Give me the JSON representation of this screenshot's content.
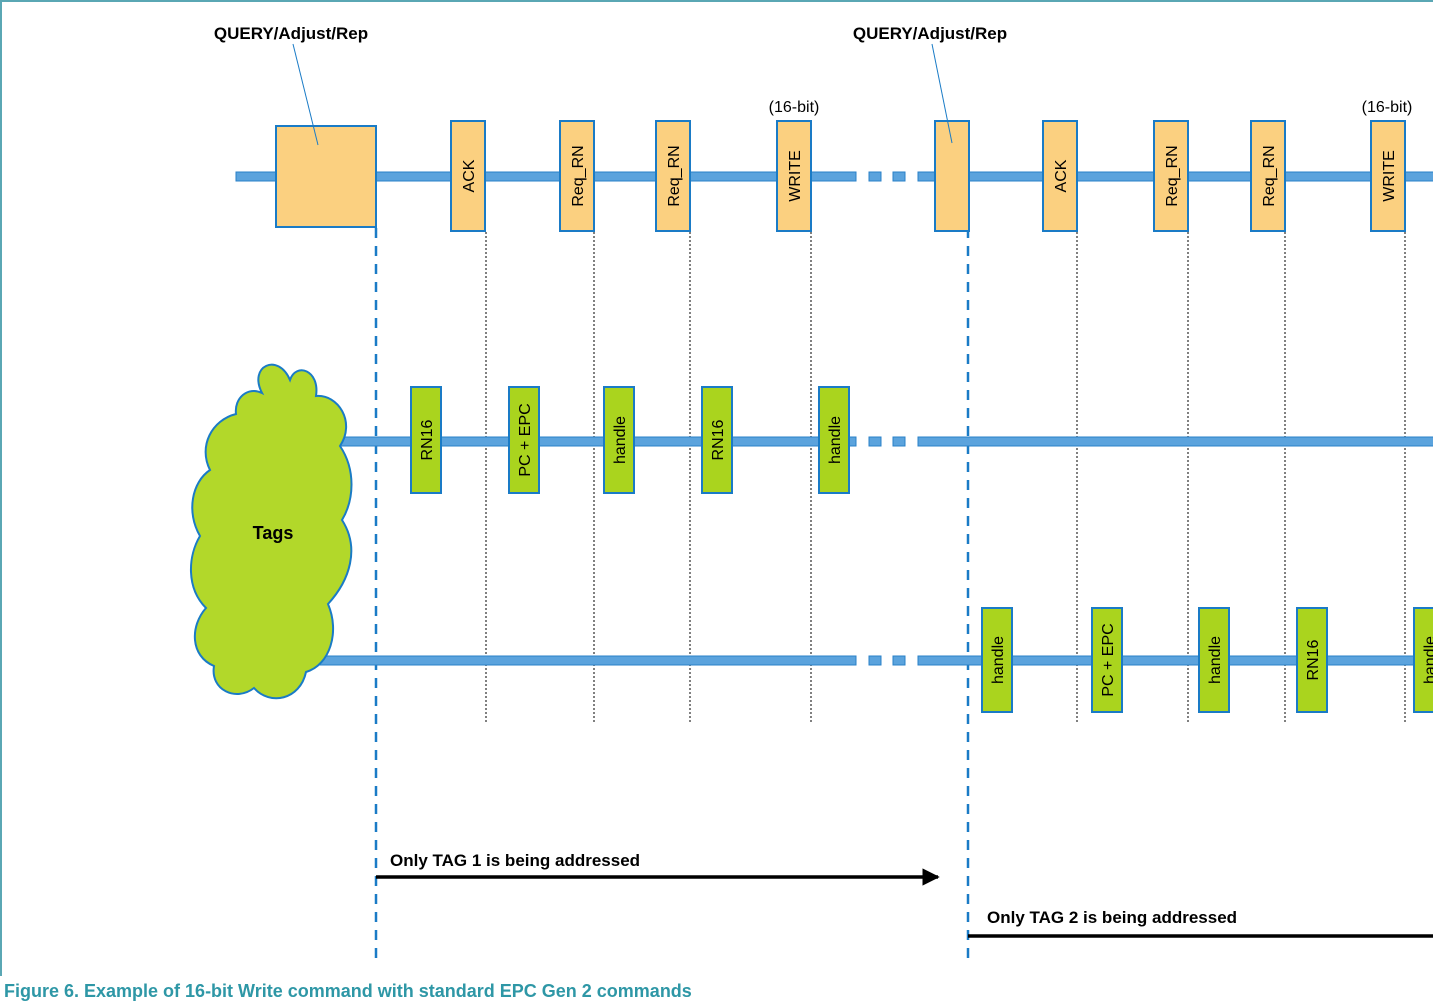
{
  "caption": "Figure 6.  Example of 16-bit Write command with standard EPC Gen 2 commands",
  "colors": {
    "reader_box": "#fbd080",
    "tag_box": "#aad41e",
    "line": "#5ba3dd",
    "border": "#1a7bc6",
    "cloud": "#b2d82a",
    "caption": "#2e97a6"
  },
  "reader": {
    "query_label_1": "QUERY/Adjust/Rep",
    "query_label_2": "QUERY/Adjust/Rep",
    "bit_note_1": "(16-bit)",
    "bit_note_2": "(16-bit)",
    "commands": [
      "ACK",
      "Req_RN",
      "Req_RN",
      "WRITE",
      "ACK",
      "Req_RN",
      "Req_RN",
      "WRITE"
    ]
  },
  "tags": {
    "cloud_label": "Tags",
    "tag1_replies": [
      "RN16",
      "PC + EPC",
      "handle",
      "RN16",
      "handle"
    ],
    "tag2_replies": [
      "handle",
      "PC + EPC",
      "handle",
      "RN16",
      "handle"
    ]
  },
  "arrows": {
    "tag1": "Only TAG 1 is being addressed",
    "tag2": "Only TAG 2 is being addressed"
  }
}
